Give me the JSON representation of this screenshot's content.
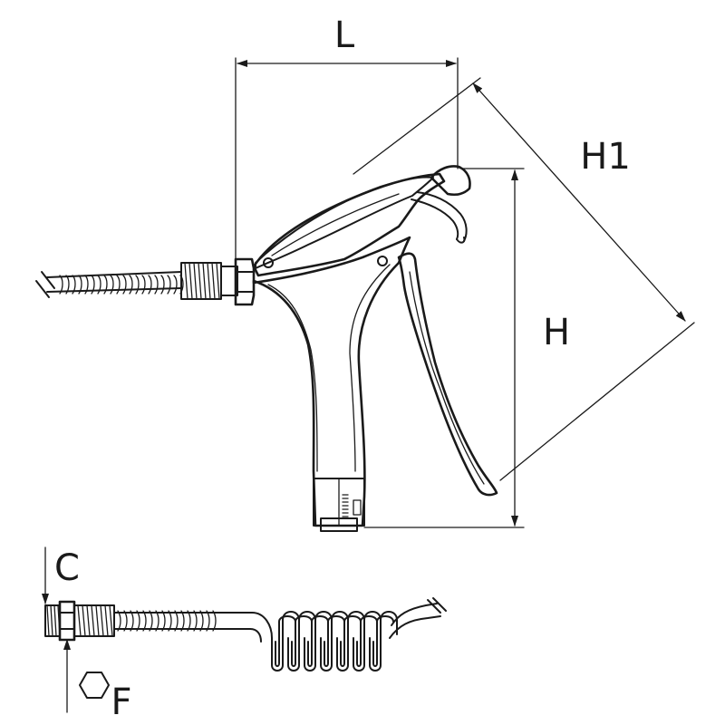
{
  "dimensions": {
    "L": "L",
    "H": "H",
    "H1": "H1",
    "C": "C",
    "F": "F"
  },
  "colors": {
    "line": "#1a1a1a",
    "background": "#ffffff",
    "fill": "#ffffff"
  },
  "icons": {
    "hex": "hexagon-icon"
  }
}
